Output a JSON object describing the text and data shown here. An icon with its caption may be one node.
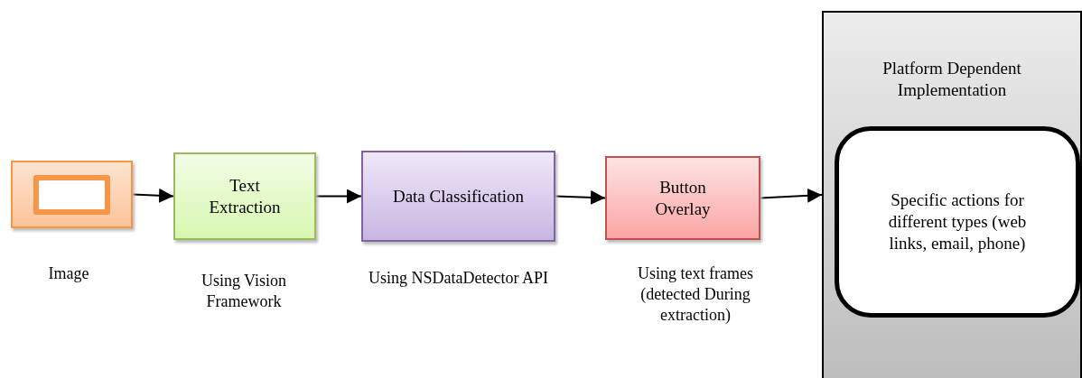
{
  "diagram": {
    "nodes": [
      {
        "text": [],
        "shape": "box",
        "beside": [
          "Image"
        ]
      },
      {
        "text": [
          "Text Extraction"
        ],
        "beside": [
          "Using Vision Framework"
        ]
      },
      {
        "text": [
          "Data Classification"
        ],
        "beside": [
          "Using NSDataDetector API"
        ]
      },
      {
        "text": [
          "Button Overlay"
        ],
        "beside": [
          "Using text frames (detected During extraction)"
        ]
      },
      {
        "text": [
          "Platform Dependent Implementation"
        ]
      },
      {
        "text": [
          "Specific actions for different types (web links, email, phone)"
        ],
        "in": 4
      }
    ],
    "edges": [
      {
        "from": 0,
        "to": 1,
        "arrow": "to"
      },
      {
        "from": 1,
        "to": 2,
        "arrow": "to"
      },
      {
        "from": 2,
        "to": 3,
        "arrow": "to"
      },
      {
        "from": 3,
        "to": 4,
        "arrow": "to"
      }
    ]
  }
}
